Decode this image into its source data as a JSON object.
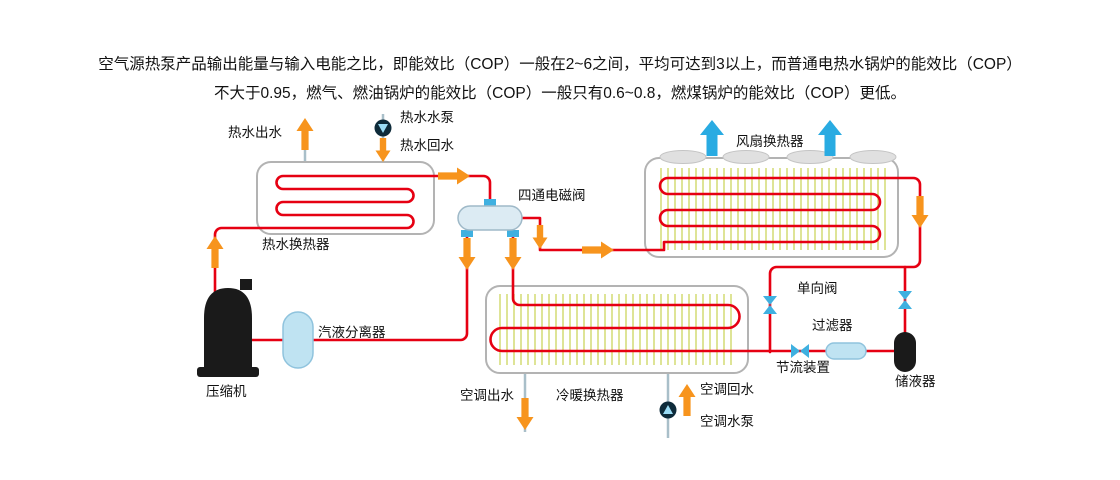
{
  "intro": {
    "line1": "空气源热泵产品输出能量与输入电能之比，即能效比（COP）一般在2~6之间，平均可达到3以上，而普通电热水锅炉的能效比（COP）",
    "line2": "不大于0.95，燃气、燃油锅炉的能效比（COP）一般只有0.6~0.8，燃煤锅炉的能效比（COP）更低。"
  },
  "labels": {
    "hot_water_out": "热水出水",
    "hot_water_pump": "热水水泵",
    "hot_water_return": "热水回水",
    "hot_water_hx": "热水换热器",
    "four_way_valve": "四通电磁阀",
    "fan_hx": "风扇换热器",
    "separator": "汽液分离器",
    "compressor": "压缩机",
    "ac_out": "空调出水",
    "ac_hx": "冷暖换热器",
    "ac_return": "空调回水",
    "ac_pump": "空调水泵",
    "check_valve": "单向阀",
    "filter": "过滤器",
    "throttle": "节流装置",
    "receiver": "储液器"
  },
  "colors": {
    "pipe_red": "#e60012",
    "flow_arrow_orange": "#f7941d",
    "air_arrow_blue": "#29abe2",
    "fitting_blue": "#3fb0e0",
    "fin_yellow_green": "#ccd65c",
    "box_border_grey": "#b3b3b3",
    "component_light_blue": "#bfe3f2",
    "water_line_grey": "#a9bfc9",
    "dark": "#1a1a1a"
  }
}
